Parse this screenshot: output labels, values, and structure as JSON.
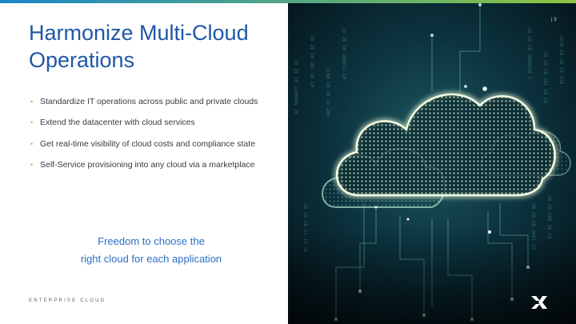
{
  "slide": {
    "title": "Harmonize Multi-Cloud Operations",
    "bullets": [
      "Standardize IT operations across public and private clouds",
      "Extend the datacenter with cloud services",
      "Get real-time visibility of cloud costs and compliance state",
      "Self-Service provisioning into any cloud via a marketplace"
    ],
    "tagline_line1": "Freedom to choose the",
    "tagline_line2": "right cloud for each application",
    "footer": "ENTERPRISE CLOUD",
    "page_number": "| 3"
  },
  "image": {
    "icon": "cloud-circuit-illustration"
  },
  "logo": {
    "icon": "nutanix-x-logo"
  },
  "colors": {
    "title": "#1f57a7",
    "tagline": "#2f6fc7",
    "bullet_marker": "#9acd32",
    "top_bar_start": "#1a86c8",
    "top_bar_end": "#8cc63f",
    "image_background": "#07222b",
    "cloud_glow": "#e8ffd8"
  }
}
